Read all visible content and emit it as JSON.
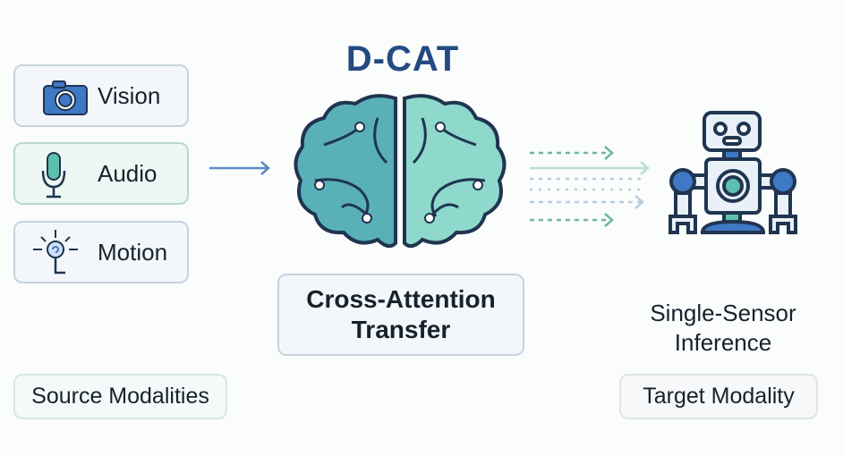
{
  "title": "D-CAT",
  "sources": [
    {
      "label": "Vision",
      "icon": "camera-icon"
    },
    {
      "label": "Audio",
      "icon": "microphone-icon"
    },
    {
      "label": "Motion",
      "icon": "motion-sensor-icon"
    }
  ],
  "center": {
    "line1": "Cross-Attention",
    "line2": "Transfer"
  },
  "target": {
    "line1": "Single-Sensor",
    "line2": "Inference"
  },
  "footer": {
    "source": "Source Modalities",
    "target": "Target Modality"
  },
  "colors": {
    "blue": "#3f78c4",
    "teal": "#5fbfae",
    "navy": "#1f3550"
  }
}
